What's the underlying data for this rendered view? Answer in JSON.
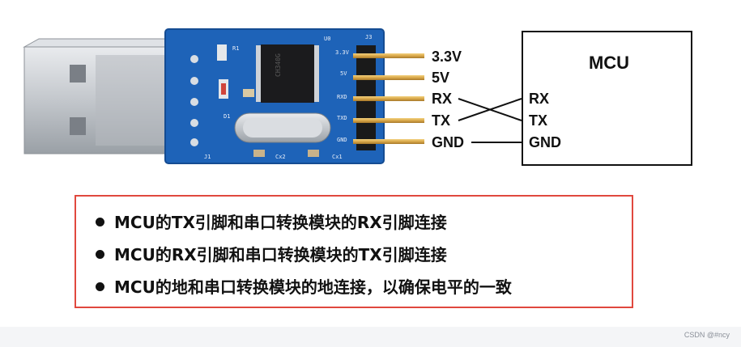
{
  "pins": [
    {
      "label": "3.3V"
    },
    {
      "label": "5V"
    },
    {
      "label": "RX"
    },
    {
      "label": "TX"
    },
    {
      "label": "GND"
    }
  ],
  "mcu": {
    "title": "MCU",
    "pins": [
      {
        "label": "RX"
      },
      {
        "label": "TX"
      },
      {
        "label": "GND"
      }
    ]
  },
  "board_silkscreen": {
    "header": "J3",
    "chip": "U0",
    "resistor": "R1",
    "diode": "D1",
    "jumper": "J1",
    "cap2": "Cx2",
    "cap1": "Cx1",
    "pins": [
      "3.3V",
      "5V",
      "RXD",
      "TXD",
      "GND"
    ]
  },
  "notes": [
    "MCU的TX引脚和串口转换模块的RX引脚连接",
    "MCU的RX引脚和串口转换模块的TX引脚连接",
    "MCU的地和串口转换模块的地连接，以确保电平的一致"
  ],
  "footer": {
    "credit": "CSDN @#ncy"
  },
  "colors": {
    "board": "#1e63b8",
    "pin": "#d9a84a",
    "border_red": "#e0483e",
    "usb_metal": "#c8cbcf"
  }
}
